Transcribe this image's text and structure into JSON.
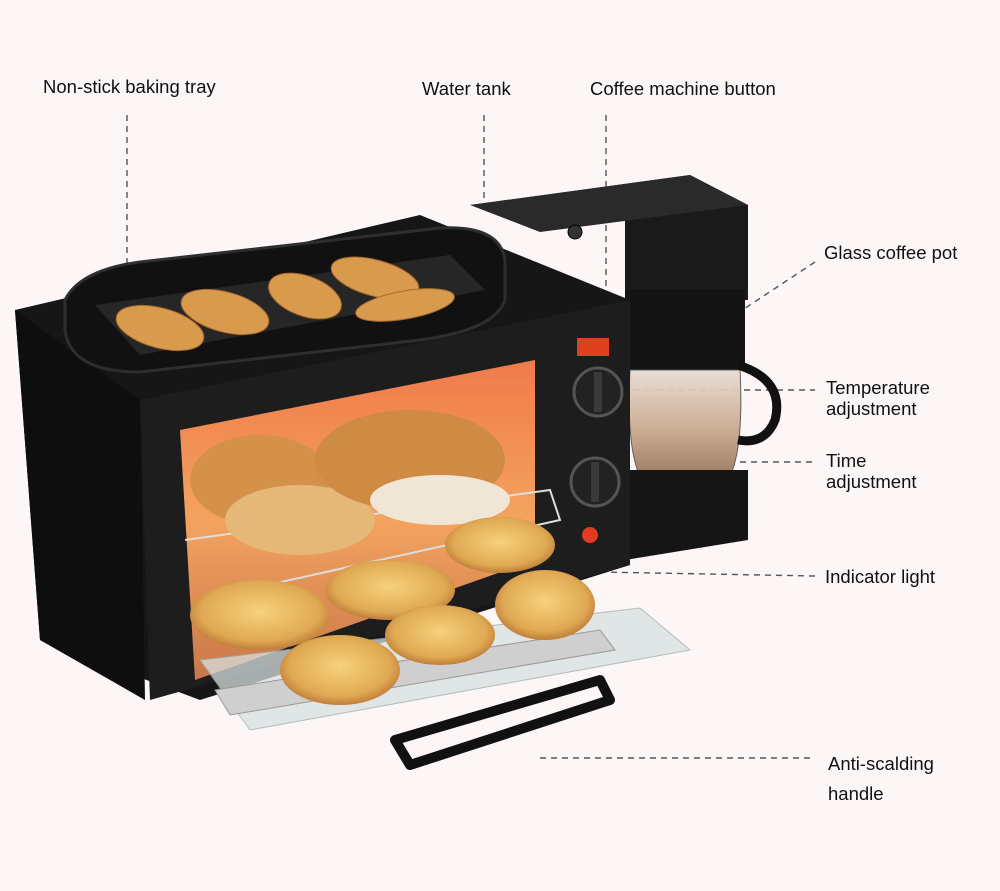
{
  "labels": {
    "baking_tray": "Non-stick baking tray",
    "water_tank": "Water tank",
    "coffee_button": "Coffee machine button",
    "coffee_pot": "Glass coffee pot",
    "temperature": [
      "Temperature",
      "adjustment"
    ],
    "time": [
      "Time",
      "adjustment"
    ],
    "indicator": "Indicator light",
    "handle": [
      "Anti-scalding",
      "handle"
    ]
  },
  "colors": {
    "background": "#fcf6f7",
    "body": "#151515",
    "glow": "#e8643a",
    "pastry": "#d89a4c"
  }
}
